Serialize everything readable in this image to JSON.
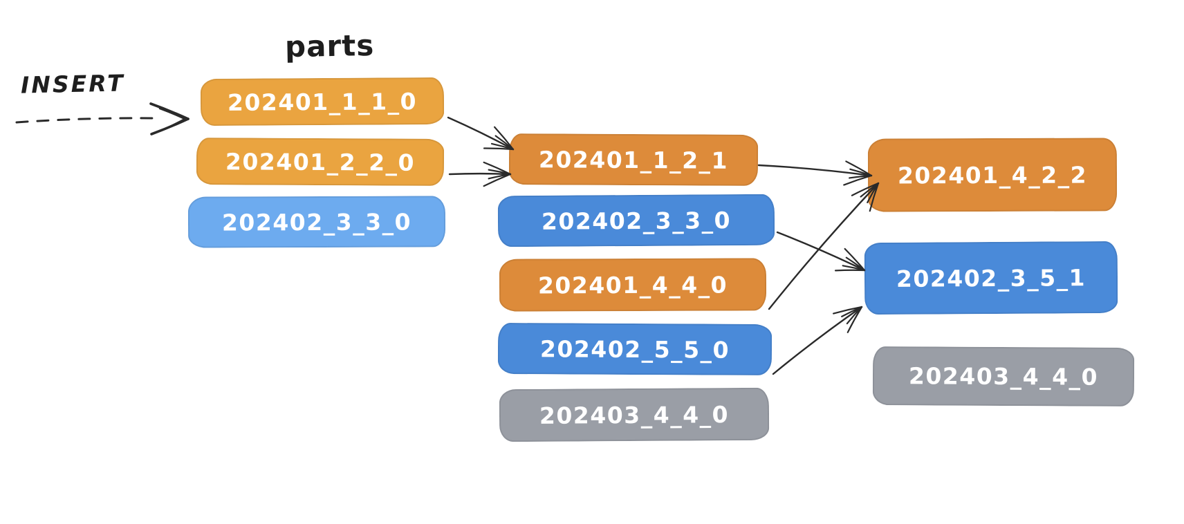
{
  "diagram": {
    "title": "parts",
    "insert": {
      "label": "INSERT",
      "target": "202401_1_1_0",
      "style": "dashed-arrow"
    }
  },
  "colors": {
    "amber": "#eaa440",
    "light_blue": "#6dabef",
    "orange": "#dd8b3a",
    "blue": "#4a8ad9",
    "gray": "#9a9ea6",
    "ink": "#2a2a2a",
    "label_text": "#ffffff",
    "background": "#ffffff"
  },
  "columns": [
    {
      "name": "inserted-parts",
      "parts": [
        {
          "label": "202401_1_1_0",
          "color": "amber"
        },
        {
          "label": "202401_2_2_0",
          "color": "amber"
        },
        {
          "label": "202402_3_3_0",
          "color": "light_blue"
        }
      ]
    },
    {
      "name": "merge-level-1",
      "parts": [
        {
          "label": "202401_1_2_1",
          "color": "orange"
        },
        {
          "label": "202402_3_3_0",
          "color": "blue"
        },
        {
          "label": "202401_4_4_0",
          "color": "orange"
        },
        {
          "label": "202402_5_5_0",
          "color": "blue"
        },
        {
          "label": "202403_4_4_0",
          "color": "gray"
        }
      ]
    },
    {
      "name": "merge-level-2",
      "parts": [
        {
          "label": "202401_4_2_2",
          "color": "orange"
        },
        {
          "label": "202402_3_5_1",
          "color": "blue"
        },
        {
          "label": "202403_4_4_0",
          "color": "gray"
        }
      ]
    }
  ],
  "merges": [
    {
      "from": "202401_1_1_0",
      "to": "202401_1_2_1"
    },
    {
      "from": "202401_2_2_0",
      "to": "202401_1_2_1"
    },
    {
      "from": "202401_1_2_1",
      "to": "202401_4_2_2"
    },
    {
      "from": "202402_3_3_0",
      "to": "202402_3_5_1"
    },
    {
      "from": "202401_4_4_0",
      "to": "202401_4_2_2"
    },
    {
      "from": "202402_5_5_0",
      "to": "202402_3_5_1"
    }
  ]
}
